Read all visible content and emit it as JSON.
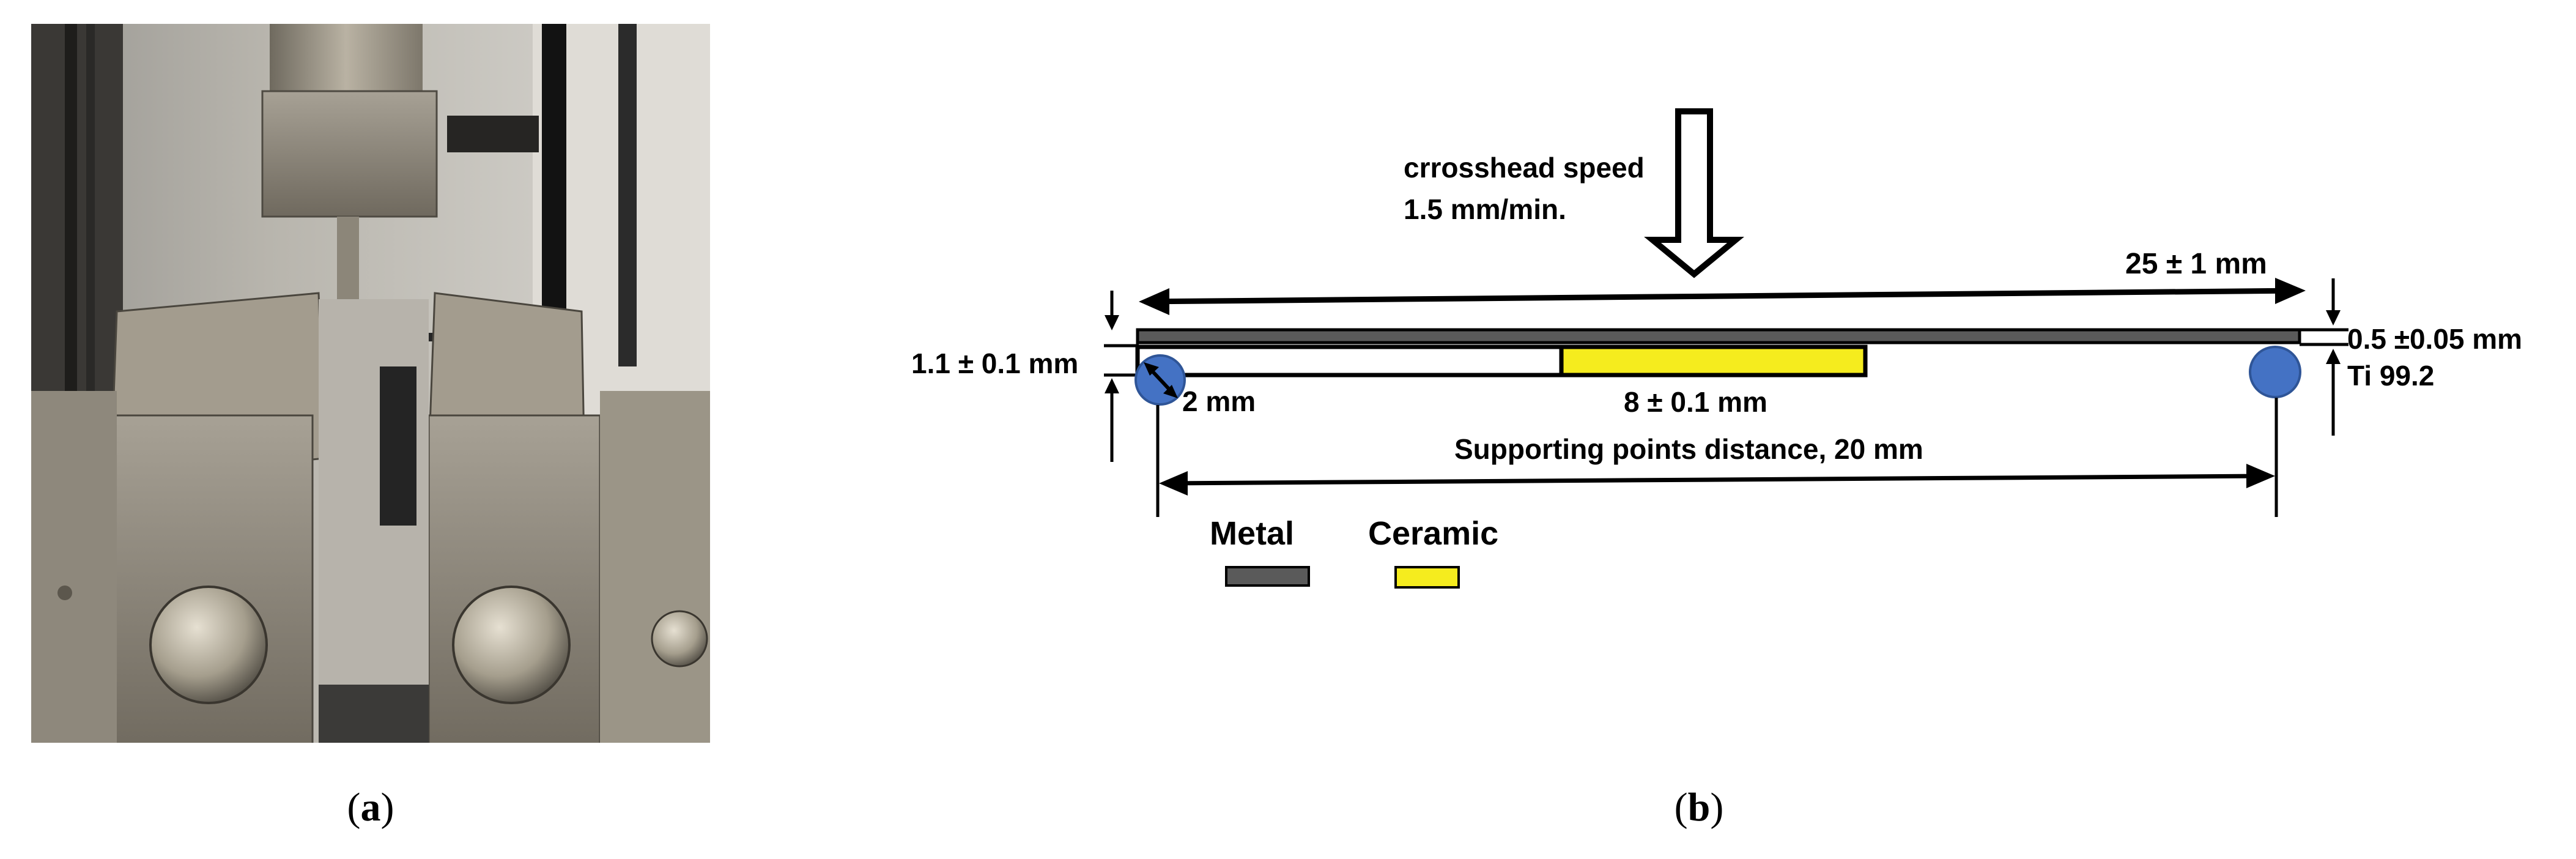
{
  "panel_a": {
    "caption_open": "(",
    "caption_letter": "a",
    "caption_close": ")"
  },
  "panel_b": {
    "caption_open": "(",
    "caption_letter": "b",
    "caption_close": ")",
    "load_label_line1": "crrosshead speed",
    "load_label_line2": "1.5  mm/min.",
    "length_label": "25 ± 1 mm",
    "left_thickness_label": "1.1 ± 0.1 mm",
    "roller_label": "2 mm",
    "ceramic_length_label": "8 ± 0.1 mm",
    "right_thickness_label": "0.5 ±0.05 mm",
    "material_label": "Ti 99.2",
    "support_label": "Supporting points distance, 20 mm",
    "legend": [
      {
        "label": "Metal",
        "color": "#5a5a5a"
      },
      {
        "label": "Ceramic",
        "color": "#f5ec1e"
      }
    ],
    "colors": {
      "roller": "#4472c4",
      "ceramic": "#f5ec1e",
      "metal": "#5a5a5a"
    }
  }
}
